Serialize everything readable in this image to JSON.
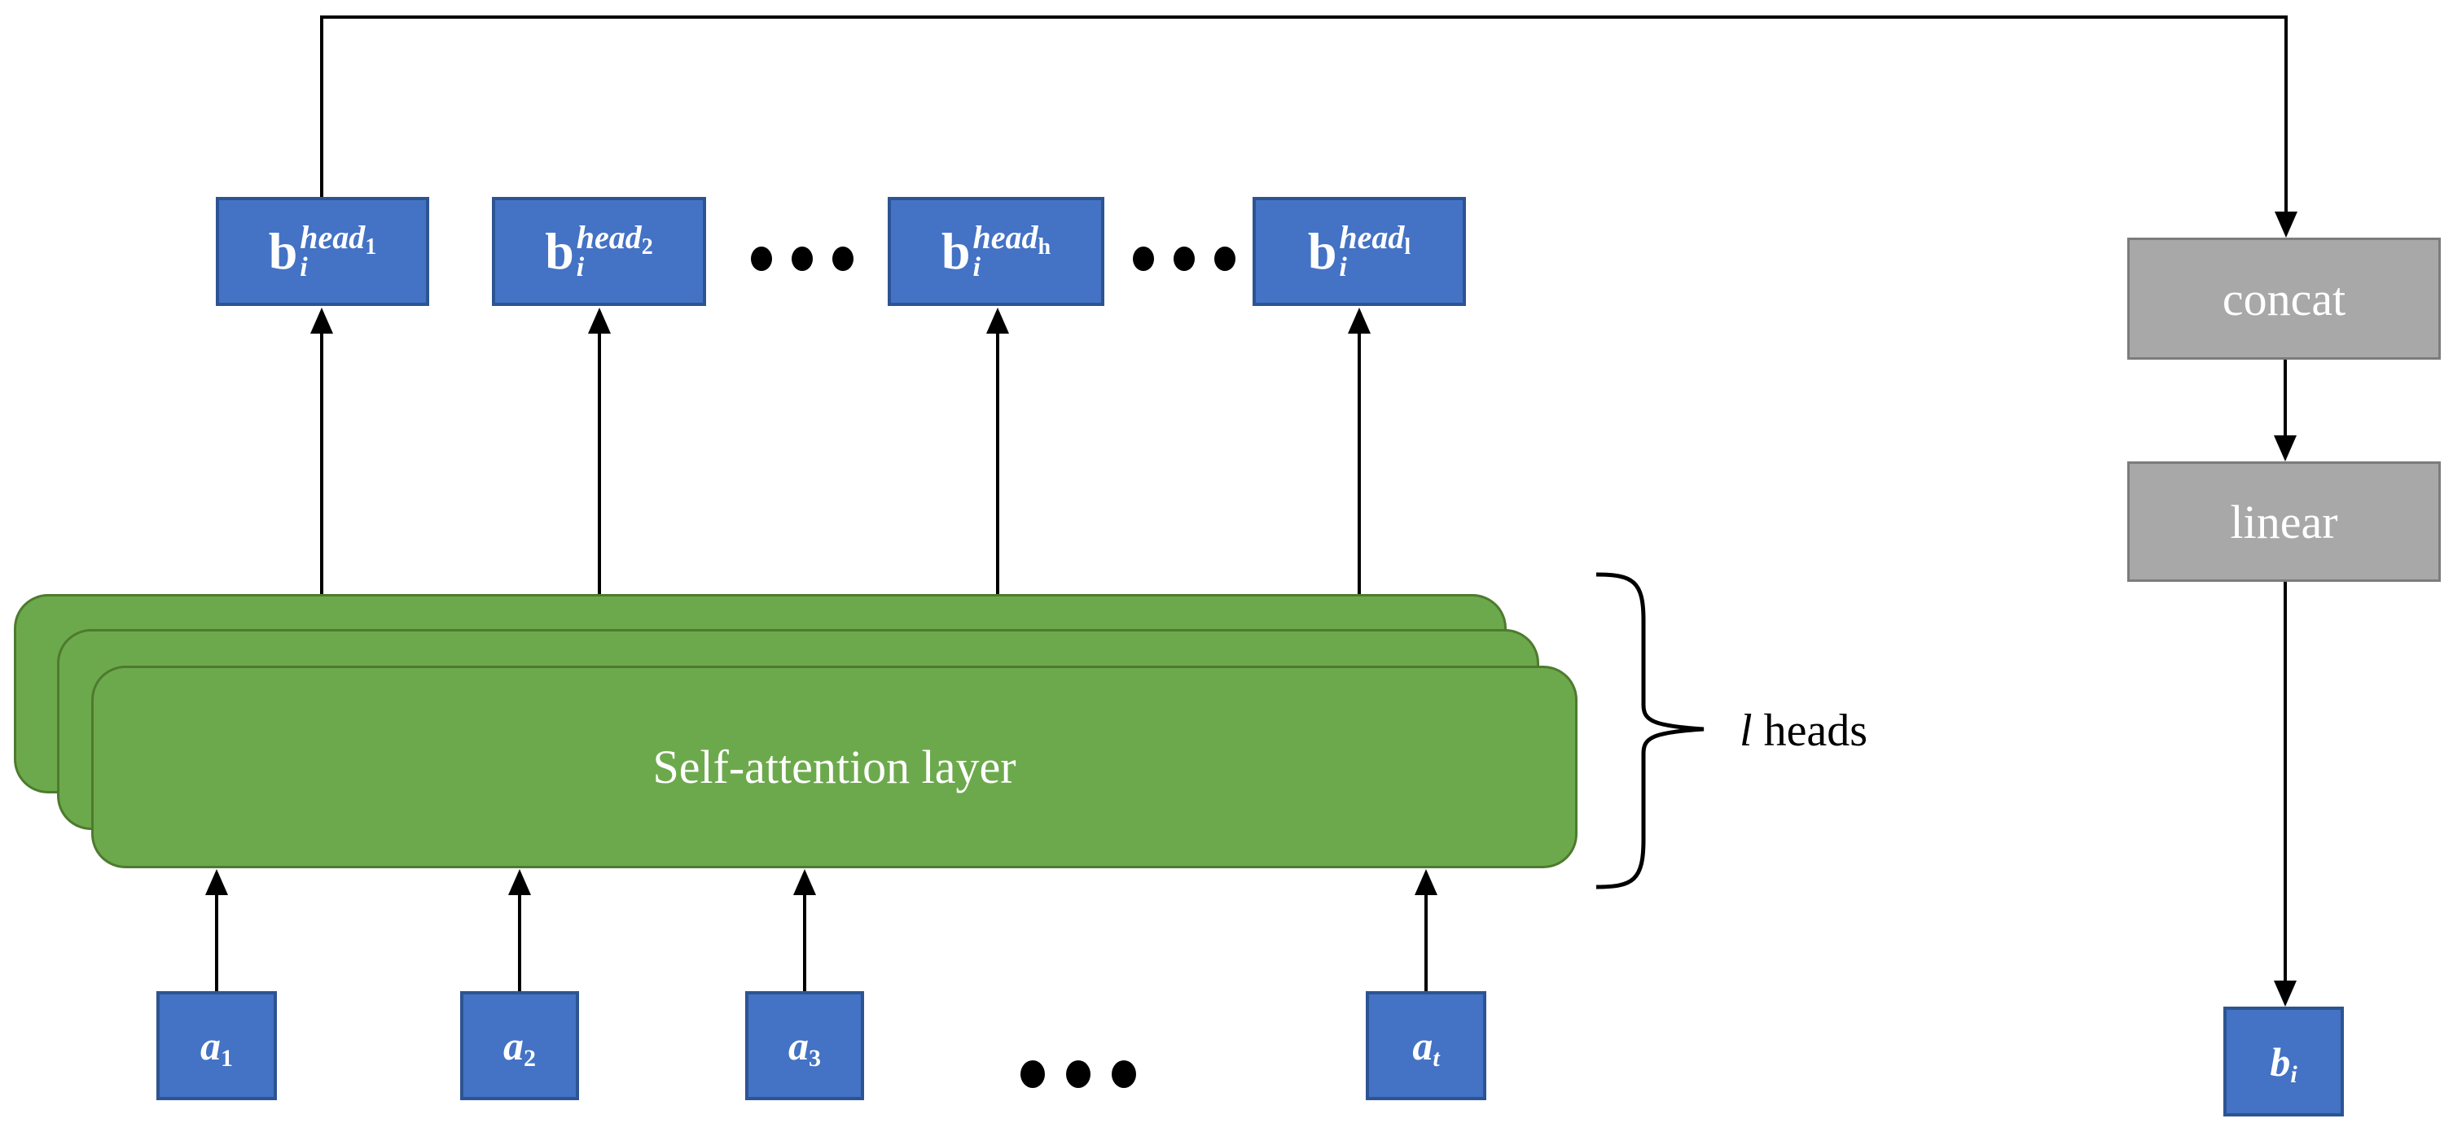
{
  "heads": [
    {
      "base": "b",
      "sub": "i",
      "sup_word": "head",
      "sup_sub": "1"
    },
    {
      "base": "b",
      "sub": "i",
      "sup_word": "head",
      "sup_sub": "2"
    },
    {
      "base": "b",
      "sub": "i",
      "sup_word": "head",
      "sup_sub": "h"
    },
    {
      "base": "b",
      "sub": "i",
      "sup_word": "head",
      "sup_sub": "l"
    }
  ],
  "inputs": [
    {
      "base": "a",
      "sub": "1"
    },
    {
      "base": "a",
      "sub": "2"
    },
    {
      "base": "a",
      "sub": "3"
    },
    {
      "base": "a",
      "sub": "t"
    }
  ],
  "attention": {
    "label": "Self-attention layer"
  },
  "brace": {
    "count": "l",
    "label": " heads"
  },
  "pipeline": {
    "concat": "concat",
    "linear": "linear"
  },
  "output": {
    "base": "b",
    "sub": "i"
  },
  "colors": {
    "box_blue": "#4472C4",
    "box_blue_border": "#2D5492",
    "green": "#6CA94C",
    "green_border": "#4E7A2E",
    "gray": "#A8A8A8",
    "gray_border": "#7C7C7C",
    "line": "#000000",
    "text_on_fill": "#ffffff"
  }
}
